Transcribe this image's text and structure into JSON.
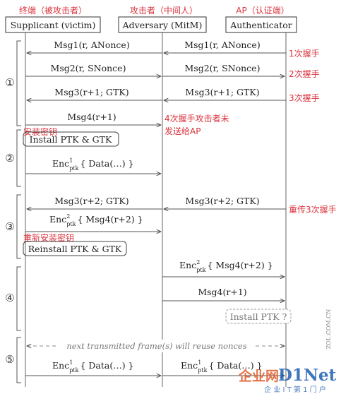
{
  "top_labels": {
    "victim_cn": "终端（被攻击者）",
    "mitm_cn": "攻击者（中间人）",
    "ap_cn": "AP（认证端）"
  },
  "parties": {
    "victim": "Supplicant (victim)",
    "mitm": "Adversary (MitM)",
    "ap": "Authenticator"
  },
  "phases": [
    "①",
    "②",
    "③",
    "④",
    "⑤"
  ],
  "messages": {
    "m1_left": "Msg1(r, ANonce)",
    "m1_right": "Msg1(r, ANonce)",
    "m2_left": "Msg2(r, SNonce)",
    "m2_right": "Msg2(r, SNonce)",
    "m3_left": "Msg3(r+1; GTK)",
    "m3_right": "Msg3(r+1; GTK)",
    "m4_left": "Msg4(r+1)",
    "m3b_left": "Msg3(r+2; GTK)",
    "m3b_right": "Msg3(r+2; GTK)",
    "m4b_right": "Msg4(r+1)"
  },
  "enc": {
    "base": "Enc",
    "ptk": "ptk",
    "s1": "1",
    "s2": "2",
    "data_payload": "{ Data(…) }",
    "msg4_payload": "{ Msg4(r+2) }"
  },
  "boxes": {
    "install": "Install PTK & GTK",
    "reinstall": "Reinstall PTK & GTK",
    "install_q": "Install PTK ?"
  },
  "dashed_note": "next transmitted frame(s) will reuse nonces",
  "annotations": {
    "hs1": "1次握手",
    "hs2": "2次握手",
    "hs3": "3次握手",
    "hs4a": "4次握手攻击者未",
    "hs4b": "发送给AP",
    "retrans": "重传3次握手",
    "install_key": "安装密钥",
    "reinstall_key": "重新安装密钥"
  },
  "watermark": {
    "zol": "ZOL.COM.CN",
    "logo1": "企业网",
    "logo2": "D1Net",
    "sub": "企 业 I T 第 1 门 户"
  },
  "colors": {
    "annotation_red": "#d9343e",
    "line": "#555555",
    "text": "#222222",
    "dashed_gray": "#888888"
  }
}
